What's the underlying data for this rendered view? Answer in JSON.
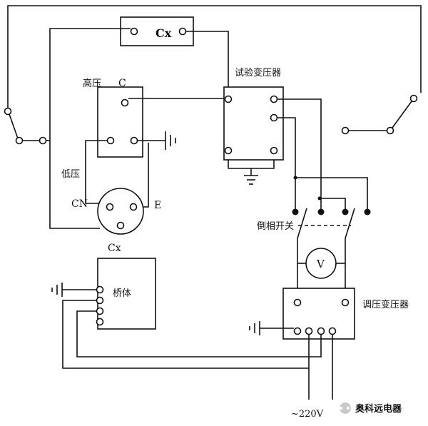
{
  "labels": {
    "cx_top": "Cx",
    "gaoya": "高压",
    "c_hv": "C",
    "diya": "低压",
    "cn": "CN",
    "e": "E",
    "cx_bottom": "Cx",
    "test_transformer": "试验变压器",
    "reverse_switch": "倒相开关",
    "voltmeter": "V",
    "bridge": "桥体",
    "regulator": "调压变压器",
    "supply": "~220V",
    "watermark": "奥科远电器"
  }
}
